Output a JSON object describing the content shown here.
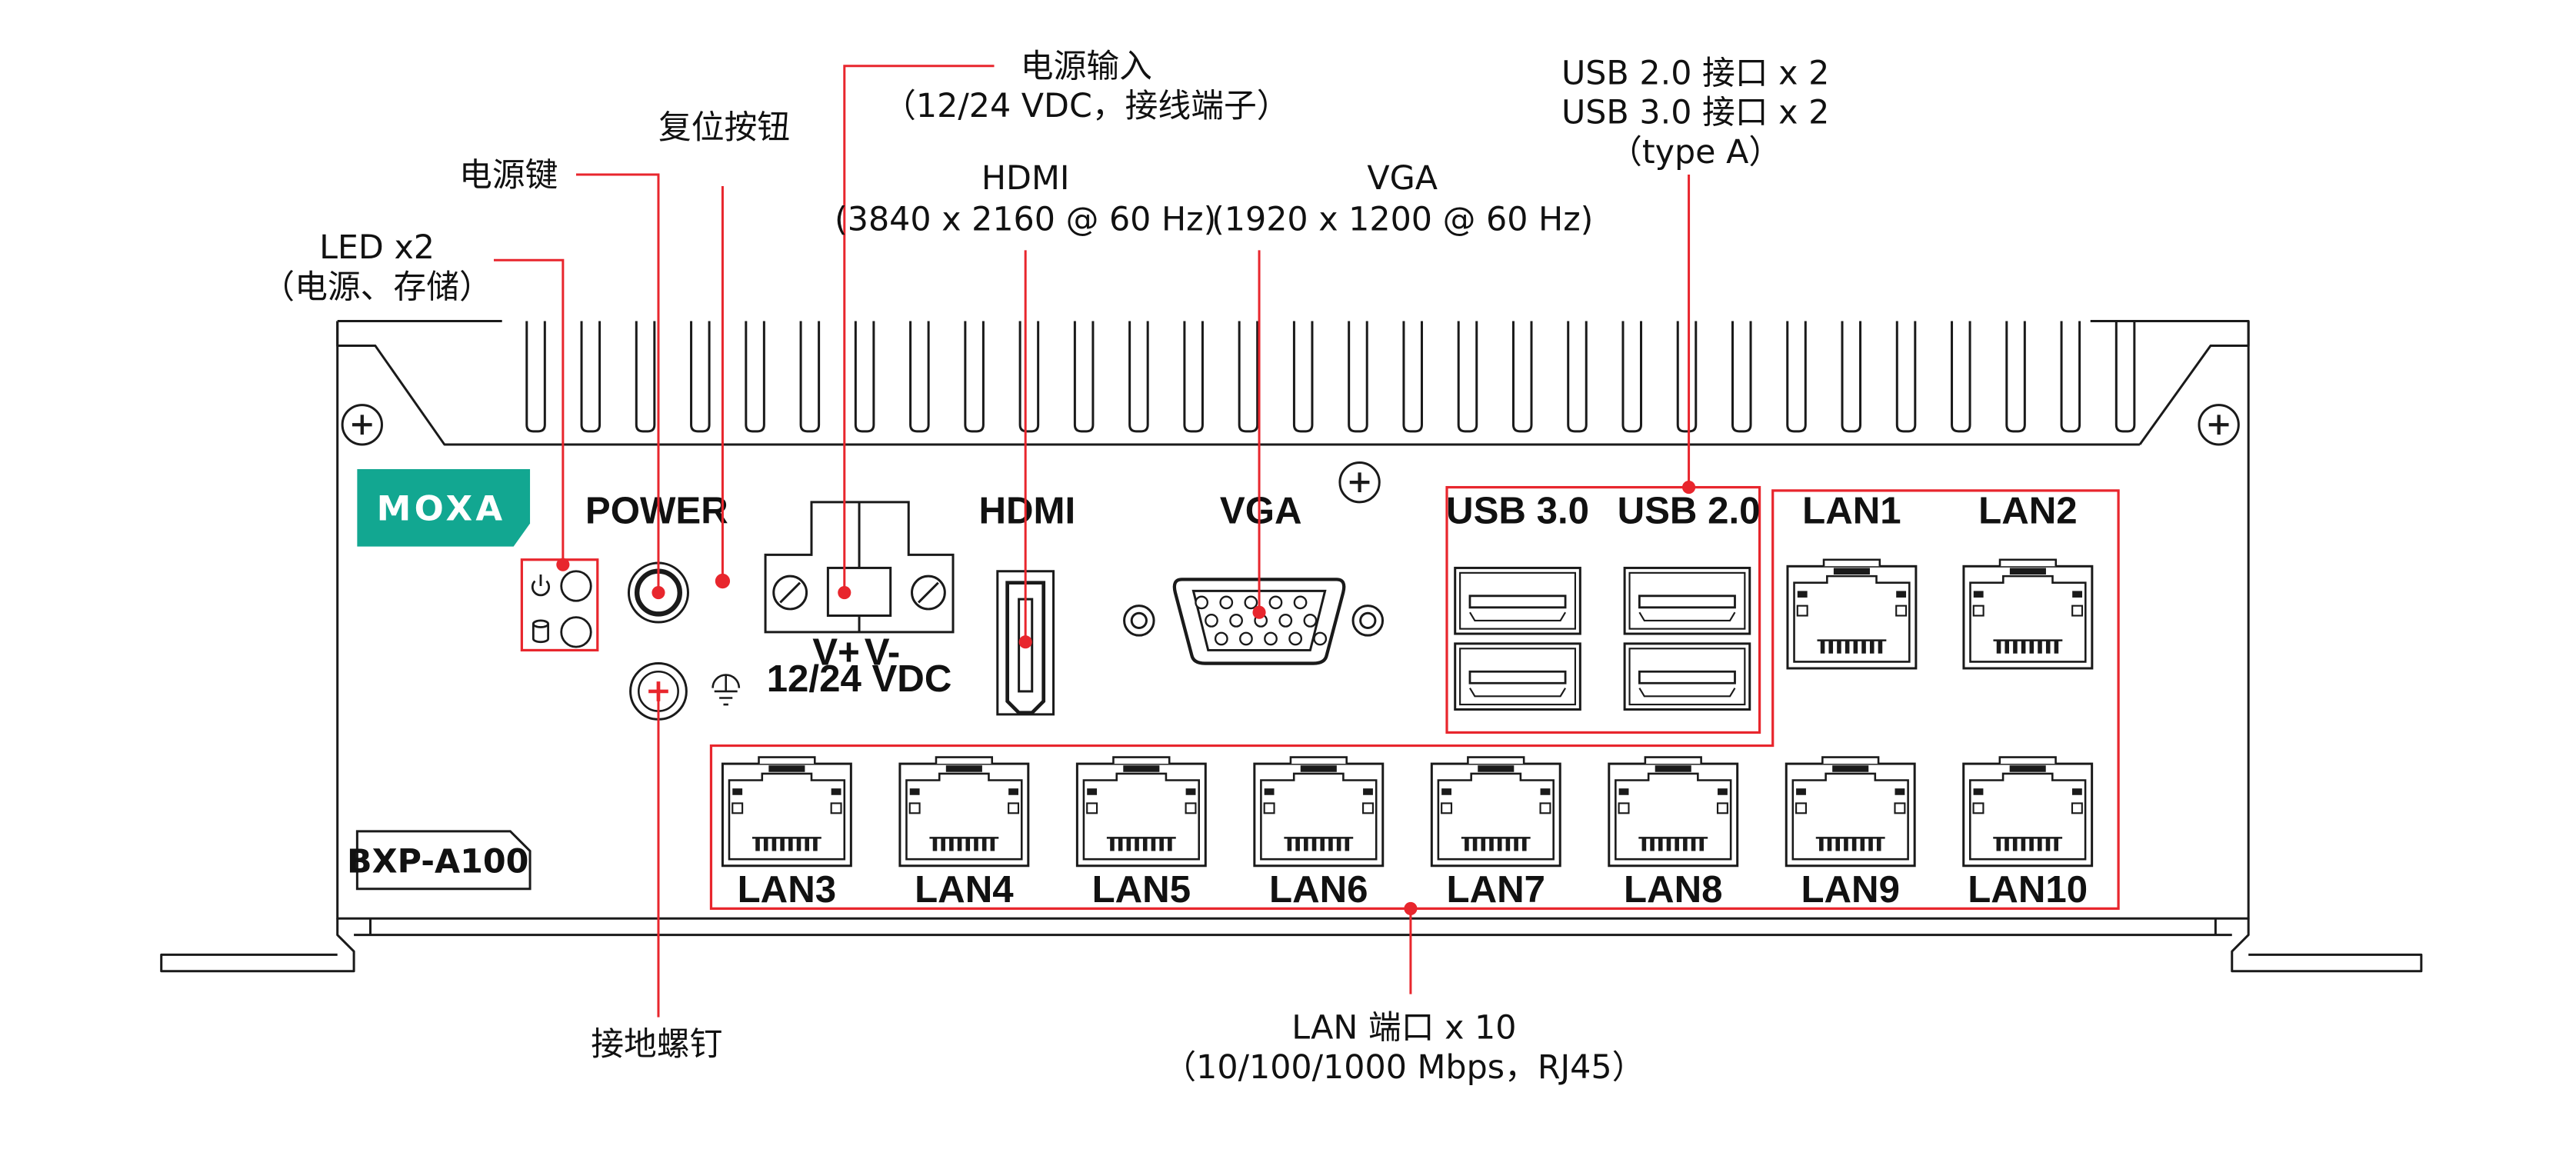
{
  "callouts": {
    "led": {
      "line1": "LED x2",
      "line2": "（电源、存储）"
    },
    "power_key": "电源键",
    "reset": "复位按钮",
    "power_input": {
      "line1": "电源输入",
      "line2": "（12/24 VDC，接线端子）"
    },
    "hdmi": {
      "line1": "HDMI",
      "line2": "(3840 x 2160 @ 60 Hz)"
    },
    "vga": {
      "line1": "VGA",
      "line2": "(1920 x 1200 @ 60 Hz)"
    },
    "usb": {
      "line1": "USB 2.0 接口 x 2",
      "line2": "USB 3.0 接口 x 2",
      "line3": "（type A）"
    },
    "ground": "接地螺钉",
    "lan": {
      "line1": "LAN 端口 x 10",
      "line2": "（10/100/1000 Mbps，RJ45）"
    }
  },
  "panel": {
    "brand": "MOXA",
    "model": "BXP-A100",
    "power_label": "POWER",
    "terminal_plus": "V+",
    "terminal_minus": "V-",
    "terminal_voltage": "12/24 VDC",
    "hdmi_label": "HDMI",
    "vga_label": "VGA",
    "usb3_label": "USB 3.0",
    "usb2_label": "USB 2.0",
    "lan_top": [
      "LAN1",
      "LAN2"
    ],
    "lan_bottom": [
      "LAN3",
      "LAN4",
      "LAN5",
      "LAN6",
      "LAN7",
      "LAN8",
      "LAN9",
      "LAN10"
    ]
  },
  "colors": {
    "accent": "#e8262d",
    "brand": "#12a791",
    "outline": "#1a1a1a"
  }
}
